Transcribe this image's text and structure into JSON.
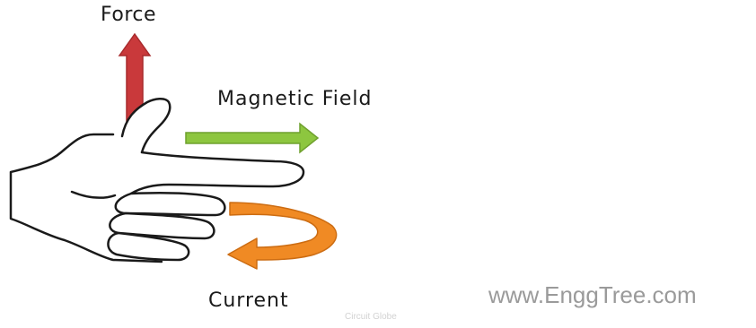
{
  "labels": {
    "force": "Force",
    "magnetic_field": "Magnetic Field",
    "current": "Current"
  },
  "watermarks": {
    "site": "www.EnggTree.com",
    "credit": "Circuit Globe"
  },
  "colors": {
    "force_arrow": "#c9393b",
    "field_arrow": "#8dc63f",
    "current_arrow": "#f08a24",
    "hand_outline": "#1a1a1a"
  },
  "icons": {
    "hand": "left-hand-icon",
    "force_arrow": "arrow-up-icon",
    "field_arrow": "arrow-right-icon",
    "current_arrow": "curved-arrow-left-icon"
  }
}
